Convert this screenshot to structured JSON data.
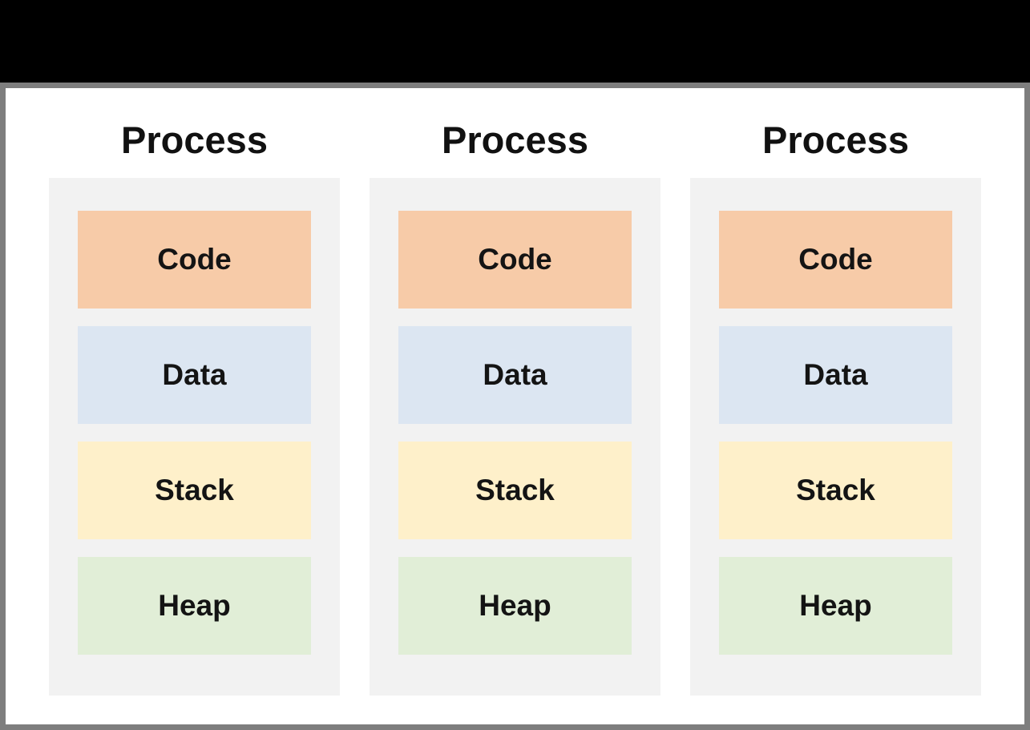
{
  "header": {
    "bar_color": "#000000"
  },
  "frame": {
    "border_color": "#7E7E7E",
    "background": "#FFFFFF"
  },
  "box_background": "#F2F2F2",
  "processes": [
    {
      "title": "Process",
      "segments": [
        {
          "name": "code",
          "label": "Code",
          "color": "#F7CBA8"
        },
        {
          "name": "data",
          "label": "Data",
          "color": "#DCE6F2"
        },
        {
          "name": "stack",
          "label": "Stack",
          "color": "#FEF0CA"
        },
        {
          "name": "heap",
          "label": "Heap",
          "color": "#E1EED7"
        }
      ]
    },
    {
      "title": "Process",
      "segments": [
        {
          "name": "code",
          "label": "Code",
          "color": "#F7CBA8"
        },
        {
          "name": "data",
          "label": "Data",
          "color": "#DCE6F2"
        },
        {
          "name": "stack",
          "label": "Stack",
          "color": "#FEF0CA"
        },
        {
          "name": "heap",
          "label": "Heap",
          "color": "#E1EED7"
        }
      ]
    },
    {
      "title": "Process",
      "segments": [
        {
          "name": "code",
          "label": "Code",
          "color": "#F7CBA8"
        },
        {
          "name": "data",
          "label": "Data",
          "color": "#DCE6F2"
        },
        {
          "name": "stack",
          "label": "Stack",
          "color": "#FEF0CA"
        },
        {
          "name": "heap",
          "label": "Heap",
          "color": "#E1EED7"
        }
      ]
    }
  ]
}
